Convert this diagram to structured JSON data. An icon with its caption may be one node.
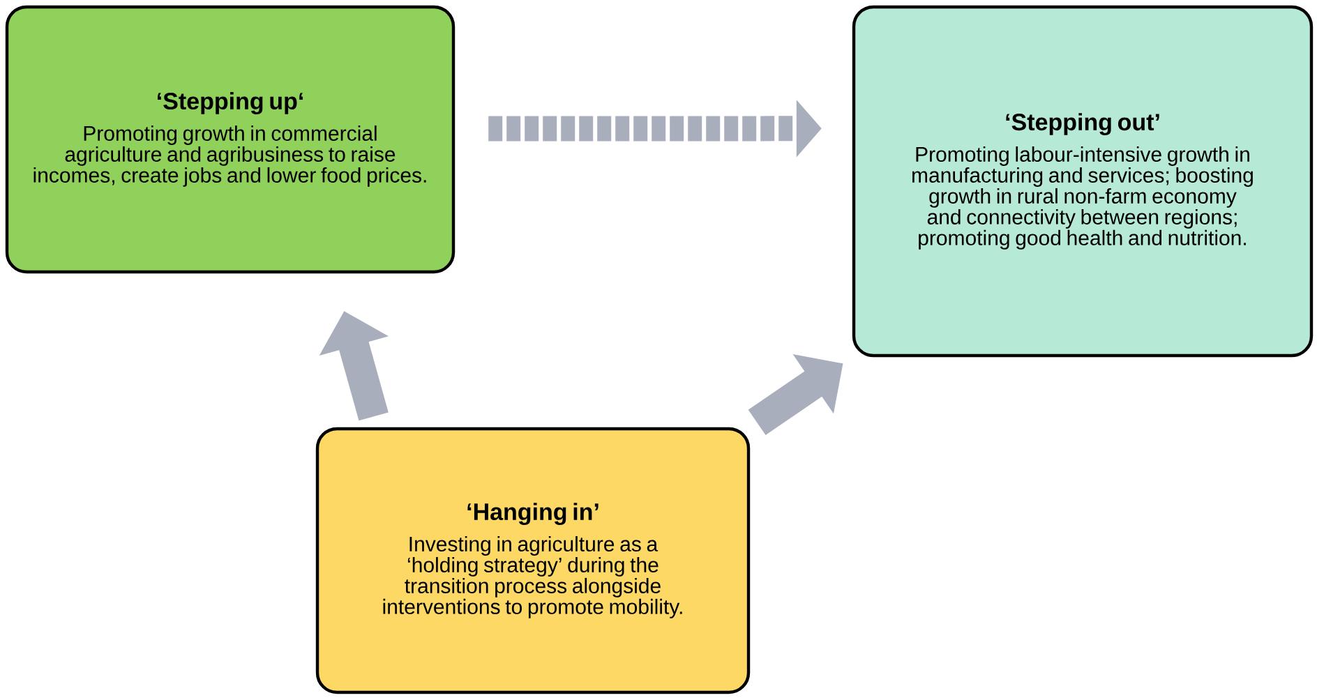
{
  "diagram": {
    "nodes": [
      {
        "text": [
          "‘Stepping up‘",
          "Promoting growth in commercial agriculture and agribusiness to raise incomes, create jobs and lower food prices."
        ]
      },
      {
        "text": [
          "‘Stepping out’",
          "Promoting labour-intensive growth in manufacturing and services; boosting growth in rural non-farm economy and connectivity between regions; promoting good health and nutrition."
        ]
      },
      {
        "text": [
          "‘Hanging in’",
          "Investing in agriculture as a ‘holding strategy’ during the transition process alongside interventions to promote mobility."
        ]
      }
    ],
    "edges": [
      {
        "from": 0,
        "to": 1,
        "arrow": "to",
        "style": "dashed"
      },
      {
        "from": 2,
        "to": 0,
        "arrow": "to"
      },
      {
        "from": 2,
        "to": 1,
        "arrow": "to"
      }
    ]
  }
}
